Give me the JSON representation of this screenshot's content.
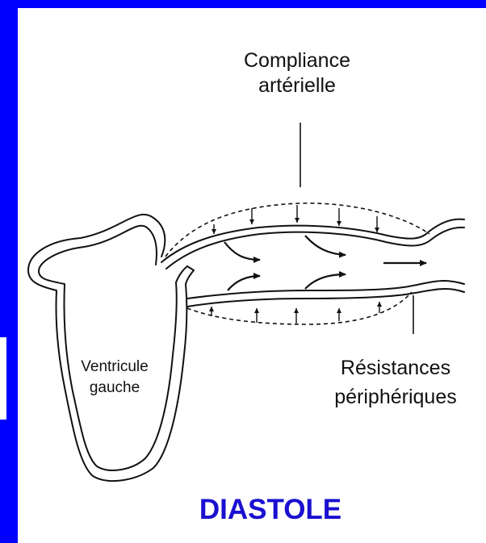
{
  "labels": {
    "compliance_line1": "Compliance",
    "compliance_line2": "artérielle",
    "ventricle_line1": "Ventricule",
    "ventricle_line2": "gauche",
    "resistance_line1": "Résistances",
    "resistance_line2": "périphériques"
  },
  "title": "DIASTOLE",
  "colors": {
    "frame": "#0000ff",
    "title": "#1a0fd0",
    "ink": "#111111",
    "background": "#ffffff"
  }
}
